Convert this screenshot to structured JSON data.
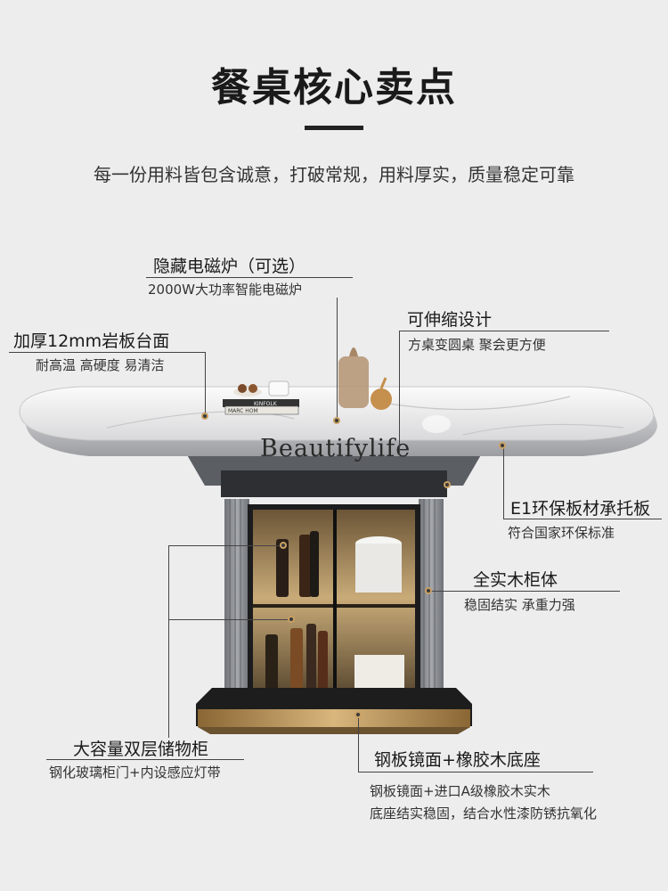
{
  "header": {
    "title": "餐桌核心卖点",
    "subtitle": "每一份用料皆包含诚意，打破常规，用料厚实，质量稳定可靠"
  },
  "callouts": {
    "induction": {
      "title": "隐藏电磁炉（可选）",
      "detail": "2000W大功率智能电磁炉"
    },
    "slab": {
      "title": "加厚12mm岩板台面",
      "detail": "耐高温 高硬度 易清洁"
    },
    "extend": {
      "title": "可伸缩设计",
      "detail": "方桌变圆桌 聚会更方便"
    },
    "board": {
      "title": "E1环保板材承托板",
      "detail": "符合国家环保标准"
    },
    "wood": {
      "title": "全实木柜体",
      "detail": "稳固结实 承重力强"
    },
    "storage": {
      "title": "大容量双层储物柜",
      "detail": "钢化玻璃柜门+内设感应灯带"
    },
    "base": {
      "title": "钢板镜面+橡胶木底座",
      "detail_1": "钢板镜面+进口A级橡胶木实木",
      "detail_2": "底座结实稳固，结合水性漆防锈抗氧化"
    }
  },
  "product": {
    "watermark": "Beautifylife",
    "book_text_1": "KINFOLK",
    "book_text_2": "MARC HOM"
  },
  "colors": {
    "background": "#ededee",
    "marble": "#f3f3f3",
    "cabinet": "#8e9196",
    "gold_trim": "#b58a4e",
    "base_black": "#1d1d1d"
  }
}
